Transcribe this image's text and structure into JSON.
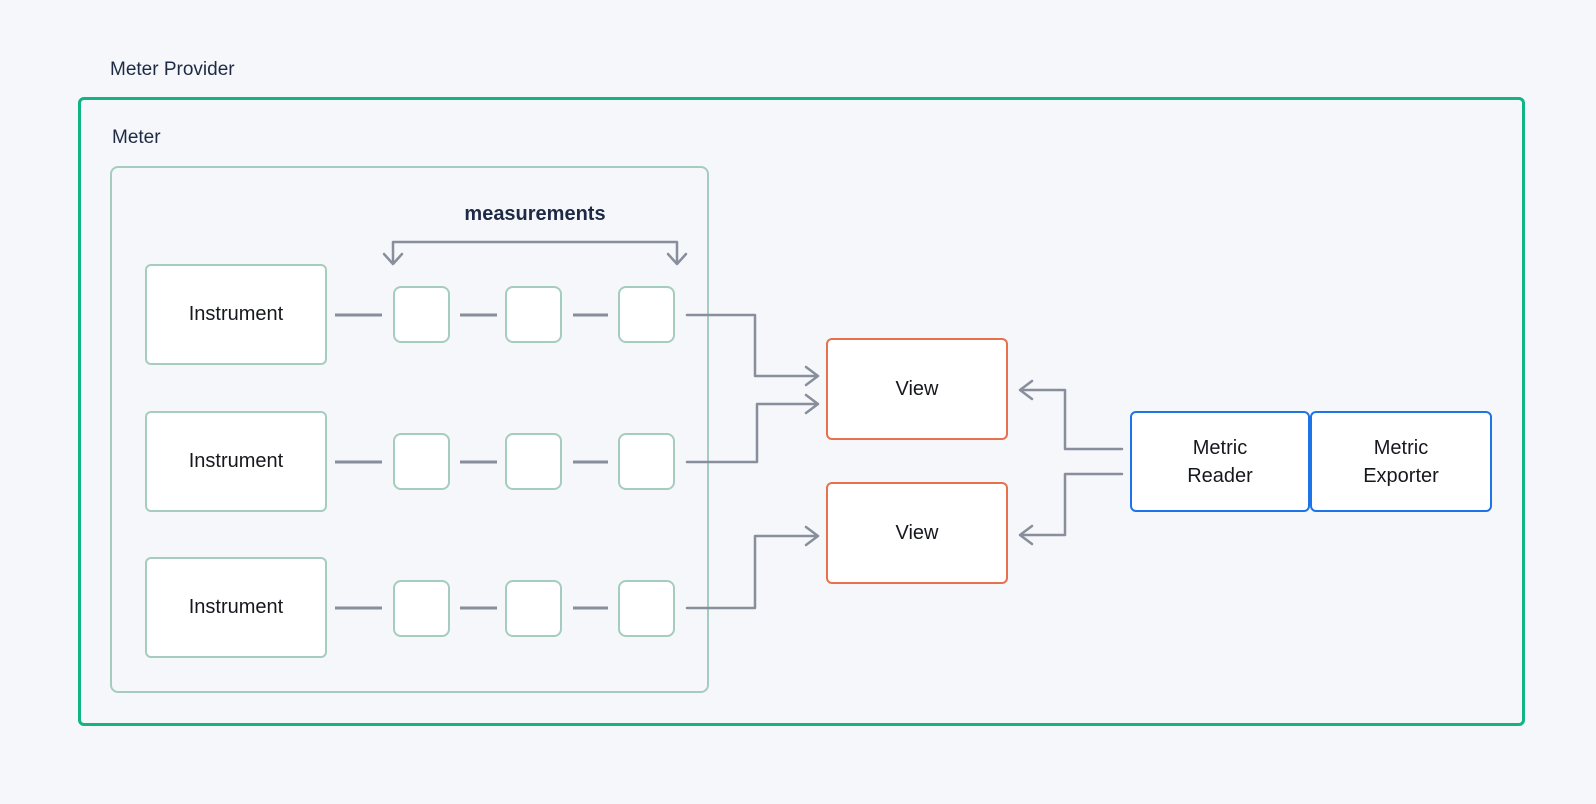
{
  "diagram": {
    "labels": {
      "meter_provider": "Meter Provider",
      "meter": "Meter",
      "measurements": "measurements"
    },
    "instruments": [
      {
        "label": "Instrument"
      },
      {
        "label": "Instrument"
      },
      {
        "label": "Instrument"
      }
    ],
    "views": [
      {
        "label": "View"
      },
      {
        "label": "View"
      }
    ],
    "metric_reader": {
      "lines": [
        "Metric",
        "Reader"
      ]
    },
    "metric_exporter": {
      "lines": [
        "Metric",
        "Exporter"
      ]
    },
    "colors": {
      "background": "#f5f7fa",
      "meter_provider_border": "#10b583",
      "meter_inner_border": "#a5cdbe",
      "view_border": "#e8714d",
      "reader_exporter_border": "#1d73e8",
      "connector": "#878e9c",
      "frame_label_text": "#1e2a44",
      "box_text": "#16181d"
    }
  }
}
